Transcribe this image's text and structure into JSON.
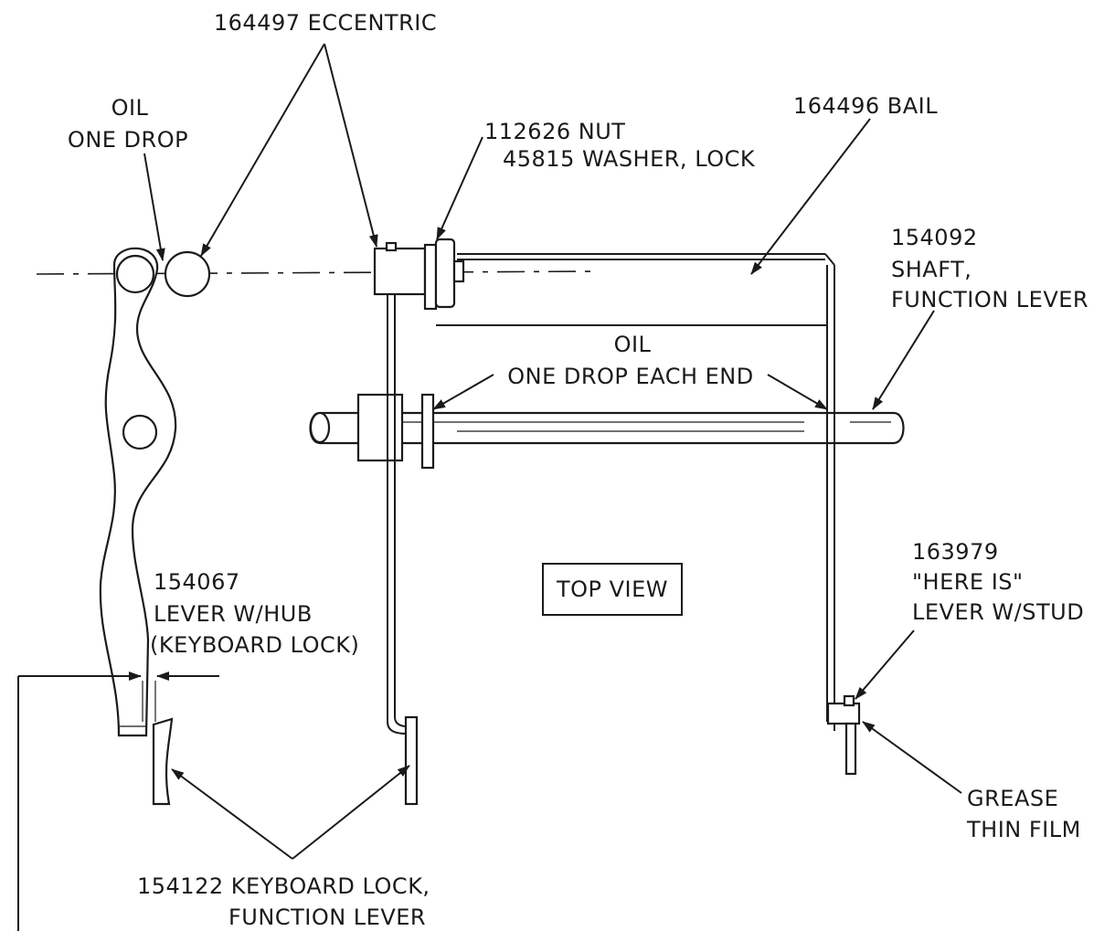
{
  "labels": {
    "eccentric": "164497 ECCENTRIC",
    "oil_top_1": "OIL",
    "oil_top_2": "ONE DROP",
    "nut_1": "112626 NUT",
    "nut_2": "45815 WASHER, LOCK",
    "bail": "164496 BAIL",
    "shaft_1": "154092",
    "shaft_2": "SHAFT,",
    "shaft_3": "FUNCTION LEVER",
    "oil_mid_1": "OIL",
    "oil_mid_2": "ONE DROP EACH END",
    "top_view": "TOP VIEW",
    "lever_hub_1": "154067",
    "lever_hub_2": "LEVER W/HUB",
    "lever_hub_3": "(KEYBOARD LOCK)",
    "here_is_1": "163979",
    "here_is_2": "\"HERE IS\"",
    "here_is_3": "LEVER W/STUD",
    "grease_1": "GREASE",
    "grease_2": "THIN FILM",
    "kb_lock_1": "154122 KEYBOARD LOCK,",
    "kb_lock_2": "FUNCTION LEVER"
  }
}
